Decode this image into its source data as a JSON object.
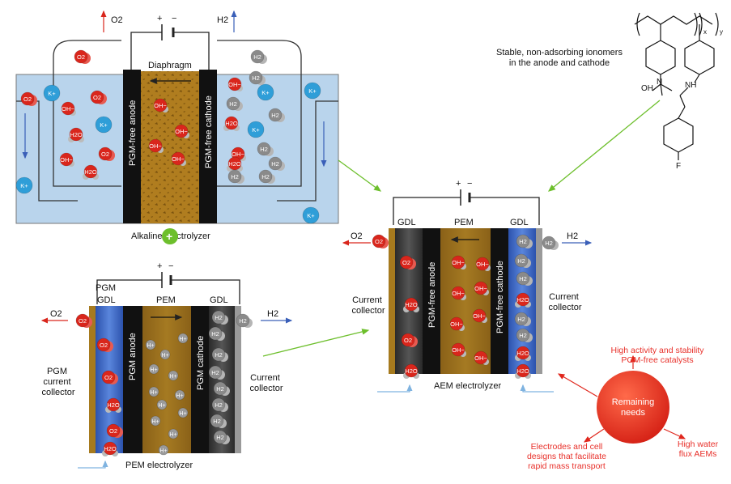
{
  "alkaline": {
    "title": "Alkaline electrolyzer",
    "diaphragm": "Diaphragm",
    "anode_label": "PGM-free anode",
    "cathode_label": "PGM-free cathode",
    "o2_top": "O2",
    "h2_top": "H2",
    "battery_plus": "+",
    "battery_minus": "−"
  },
  "pem": {
    "title": "PEM electrolyzer",
    "pgm": "PGM",
    "gdl_left": "GDL",
    "pem": "PEM",
    "gdl_right": "GDL",
    "o2": "O2",
    "h2": "H2",
    "left_collector": "PGM current collector",
    "right_collector": "Current collector",
    "anode_label": "PGM anode",
    "cathode_label": "PGM cathode",
    "battery_plus": "+",
    "battery_minus": "−"
  },
  "aem": {
    "title": "AEM electrolyzer",
    "gdl_left": "GDL",
    "pem": "PEM",
    "gdl_right": "GDL",
    "o2": "O2",
    "h2": "H2",
    "left_collector": "Current collector",
    "right_collector": "Current collector",
    "anode_label": "PGM-free anode",
    "cathode_label": "PGM-free cathode",
    "battery_plus": "+",
    "battery_minus": "−"
  },
  "ionomer": {
    "caption_line1": "Stable, non-adsorbing ionomers",
    "caption_line2": "in the anode and cathode",
    "oh": "OH",
    "nh": "NH",
    "f": "F",
    "x": "x",
    "y": "y"
  },
  "plus_symbol": "+",
  "needs": {
    "center": "Remaining needs",
    "top_line1": "High activity and stability",
    "top_line2": "PGM-free catalysts",
    "bottom_left_line1": "Electrodes and cell",
    "bottom_left_line2": "designs that facilitate",
    "bottom_left_line3": "rapid mass transport",
    "bottom_right_line1": "High water",
    "bottom_right_line2": "flux AEMs"
  },
  "molecules": {
    "o2": "O2",
    "h2": "H2",
    "oh": "OH−",
    "h2o": "H2O",
    "k": "K+",
    "h": "H+"
  },
  "colors": {
    "electrolyte": "#b9d4ec",
    "membrane_gold": "#a6781e",
    "electrode": "#1a1a1a",
    "gdl_dark": "#3a3a3a",
    "gdl_blue": "#3f67c3",
    "o2_red": "#d9261c",
    "h2_grey": "#8a8a8a",
    "k_blue": "#2f9ed8",
    "arrow_green": "#6dbf2c",
    "needs_red": "#e0261c"
  }
}
